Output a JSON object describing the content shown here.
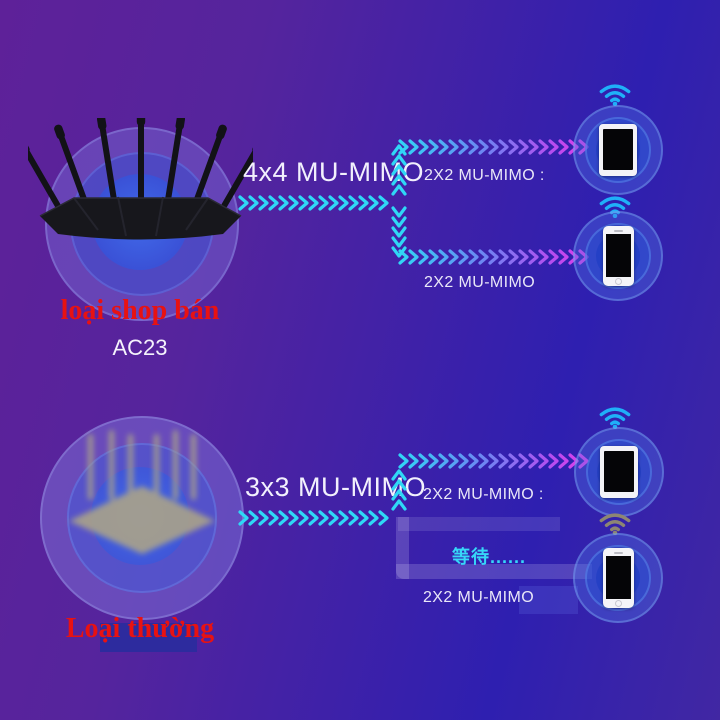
{
  "colors": {
    "background_left": "#5e2199",
    "background_right": "#2e1fb0",
    "chevron_start": "#2fd8f6",
    "chevron_mid": "#6f84f2",
    "chevron_end": "#e83ae8",
    "wifi_active": "#1fb0f8",
    "wifi_idle": "#8d8673",
    "cyan_text": "#36d7f8",
    "red_label": "#e81212",
    "highlight_box": "#2d2b9e"
  },
  "top_diagram": {
    "throughput_label": "4x4 MU-MIMO",
    "branch1_label": "2X2 MU-MIMO :",
    "branch2_label": "2X2 MU-MIMO",
    "router_caption": "loại shop bán",
    "router_model": "AC23"
  },
  "bottom_diagram": {
    "throughput_label": "3x3 MU-MIMO",
    "branch1_label": "2X2 MU-MIMO :",
    "branch2_label": "2X2 MU-MIMO",
    "waiting_label": "等待......",
    "router_caption": "Loại thường"
  },
  "icons": {
    "router_top": "router-7-antenna-icon",
    "router_bottom": "router-6-antenna-blurred-icon",
    "wifi_active": "wifi-icon",
    "wifi_idle": "wifi-idle-icon",
    "tablet": "tablet-icon",
    "phone": "phone-icon",
    "chevron": "chevron-arrow-icon"
  }
}
